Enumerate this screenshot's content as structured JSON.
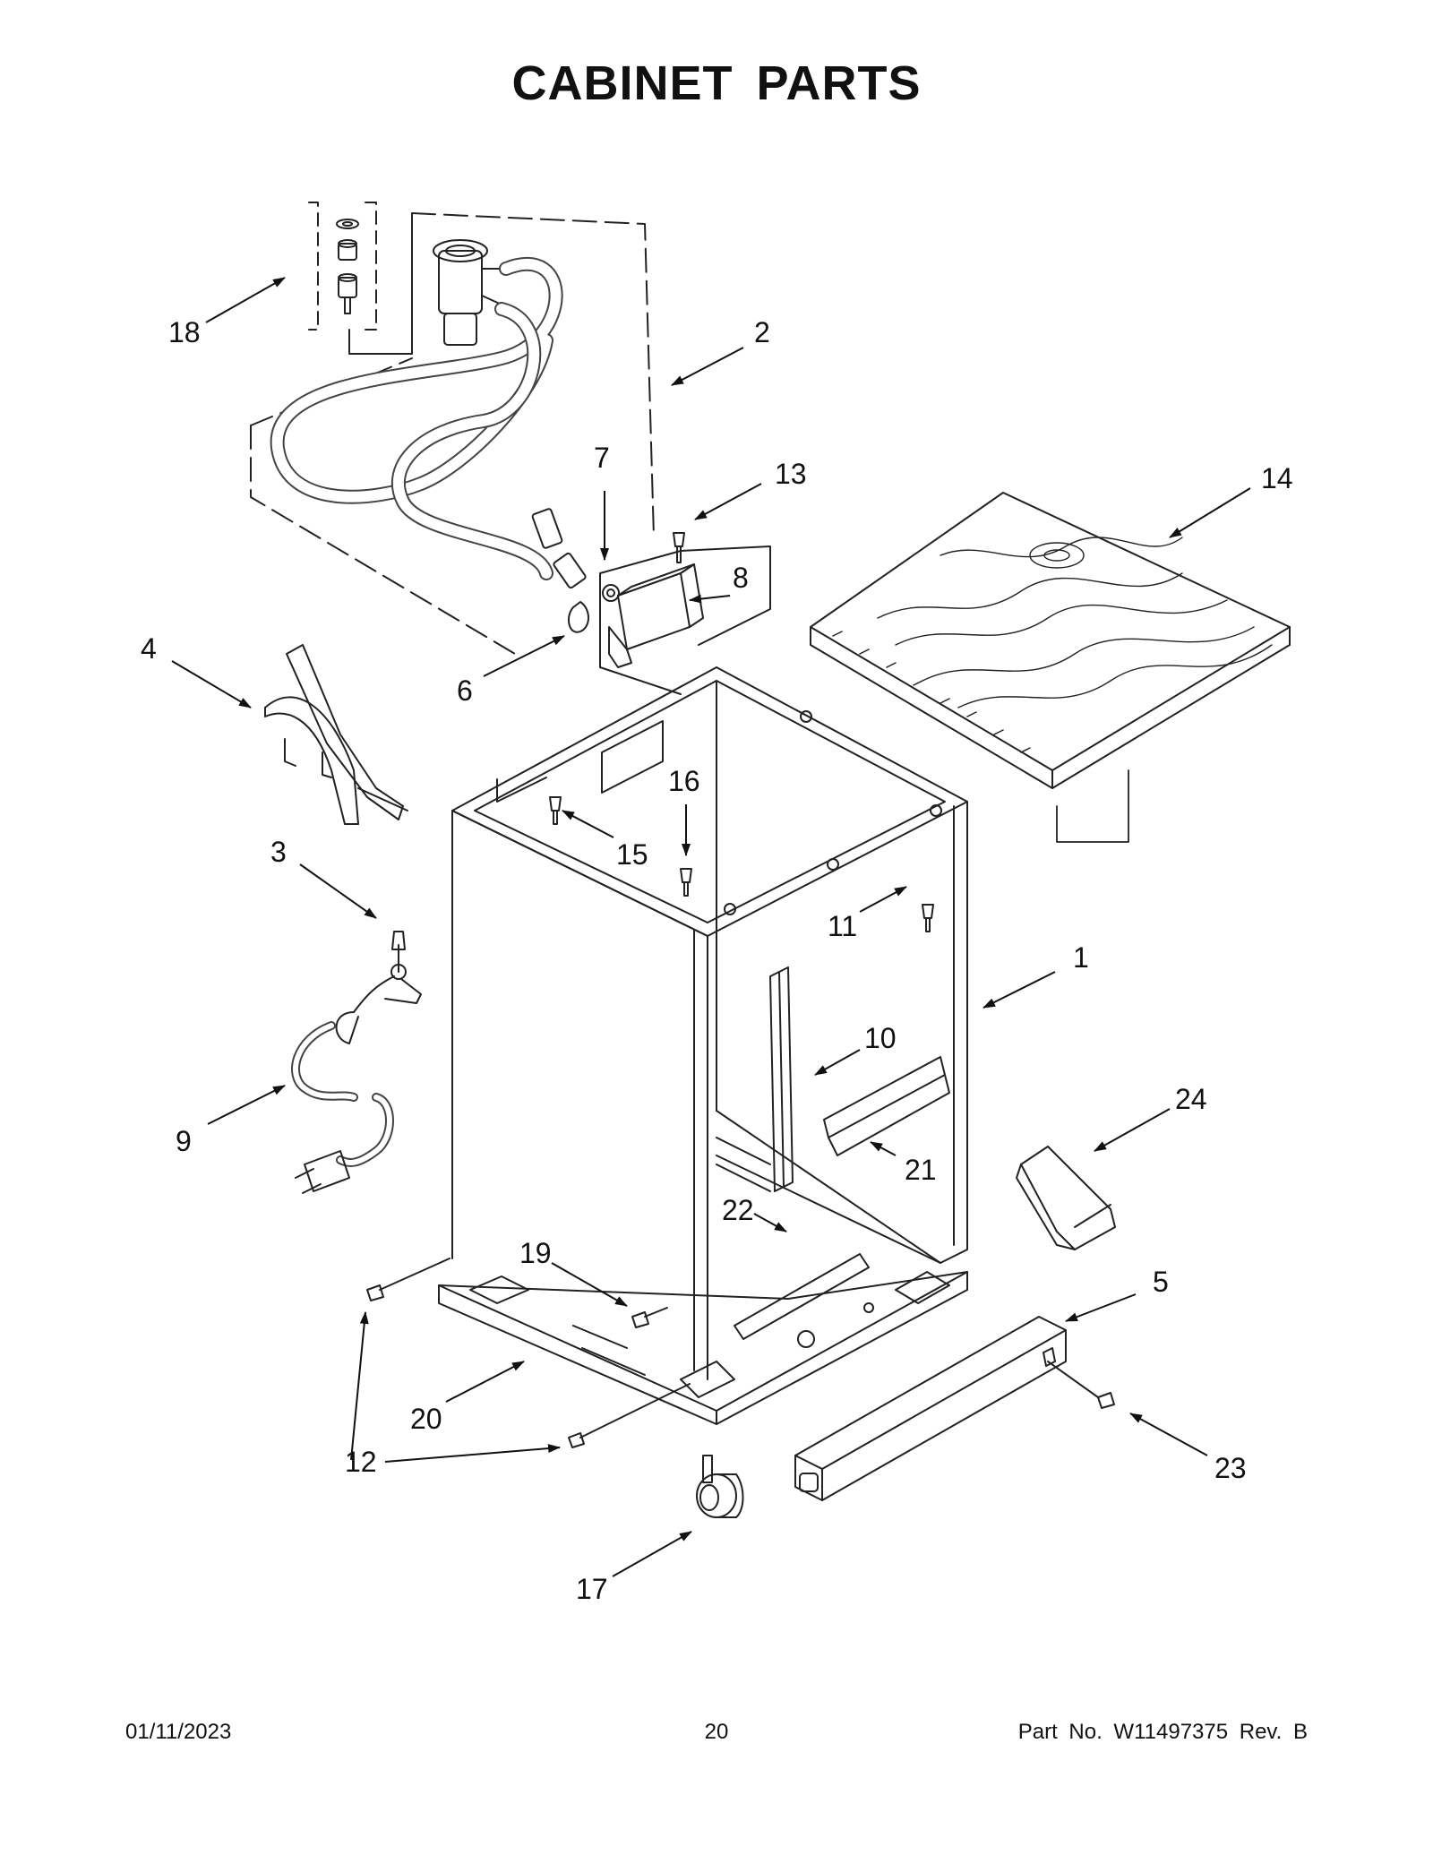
{
  "title": "CABINET PARTS",
  "footer": {
    "date": "01/11/2023",
    "page": "20",
    "part_number": "Part No.  W11497375  Rev.  B"
  },
  "callouts": [
    {
      "id": "1",
      "label": "1"
    },
    {
      "id": "2",
      "label": "2"
    },
    {
      "id": "3",
      "label": "3"
    },
    {
      "id": "4",
      "label": "4"
    },
    {
      "id": "5",
      "label": "5"
    },
    {
      "id": "6",
      "label": "6"
    },
    {
      "id": "7",
      "label": "7"
    },
    {
      "id": "8",
      "label": "8"
    },
    {
      "id": "9",
      "label": "9"
    },
    {
      "id": "10",
      "label": "10"
    },
    {
      "id": "11",
      "label": "11"
    },
    {
      "id": "12",
      "label": "12"
    },
    {
      "id": "13",
      "label": "13"
    },
    {
      "id": "14",
      "label": "14"
    },
    {
      "id": "15",
      "label": "15"
    },
    {
      "id": "16",
      "label": "16"
    },
    {
      "id": "17",
      "label": "17"
    },
    {
      "id": "18",
      "label": "18"
    },
    {
      "id": "19",
      "label": "19"
    },
    {
      "id": "20",
      "label": "20"
    },
    {
      "id": "21",
      "label": "21"
    },
    {
      "id": "22",
      "label": "22"
    },
    {
      "id": "23",
      "label": "23"
    },
    {
      "id": "24",
      "label": "24"
    }
  ]
}
